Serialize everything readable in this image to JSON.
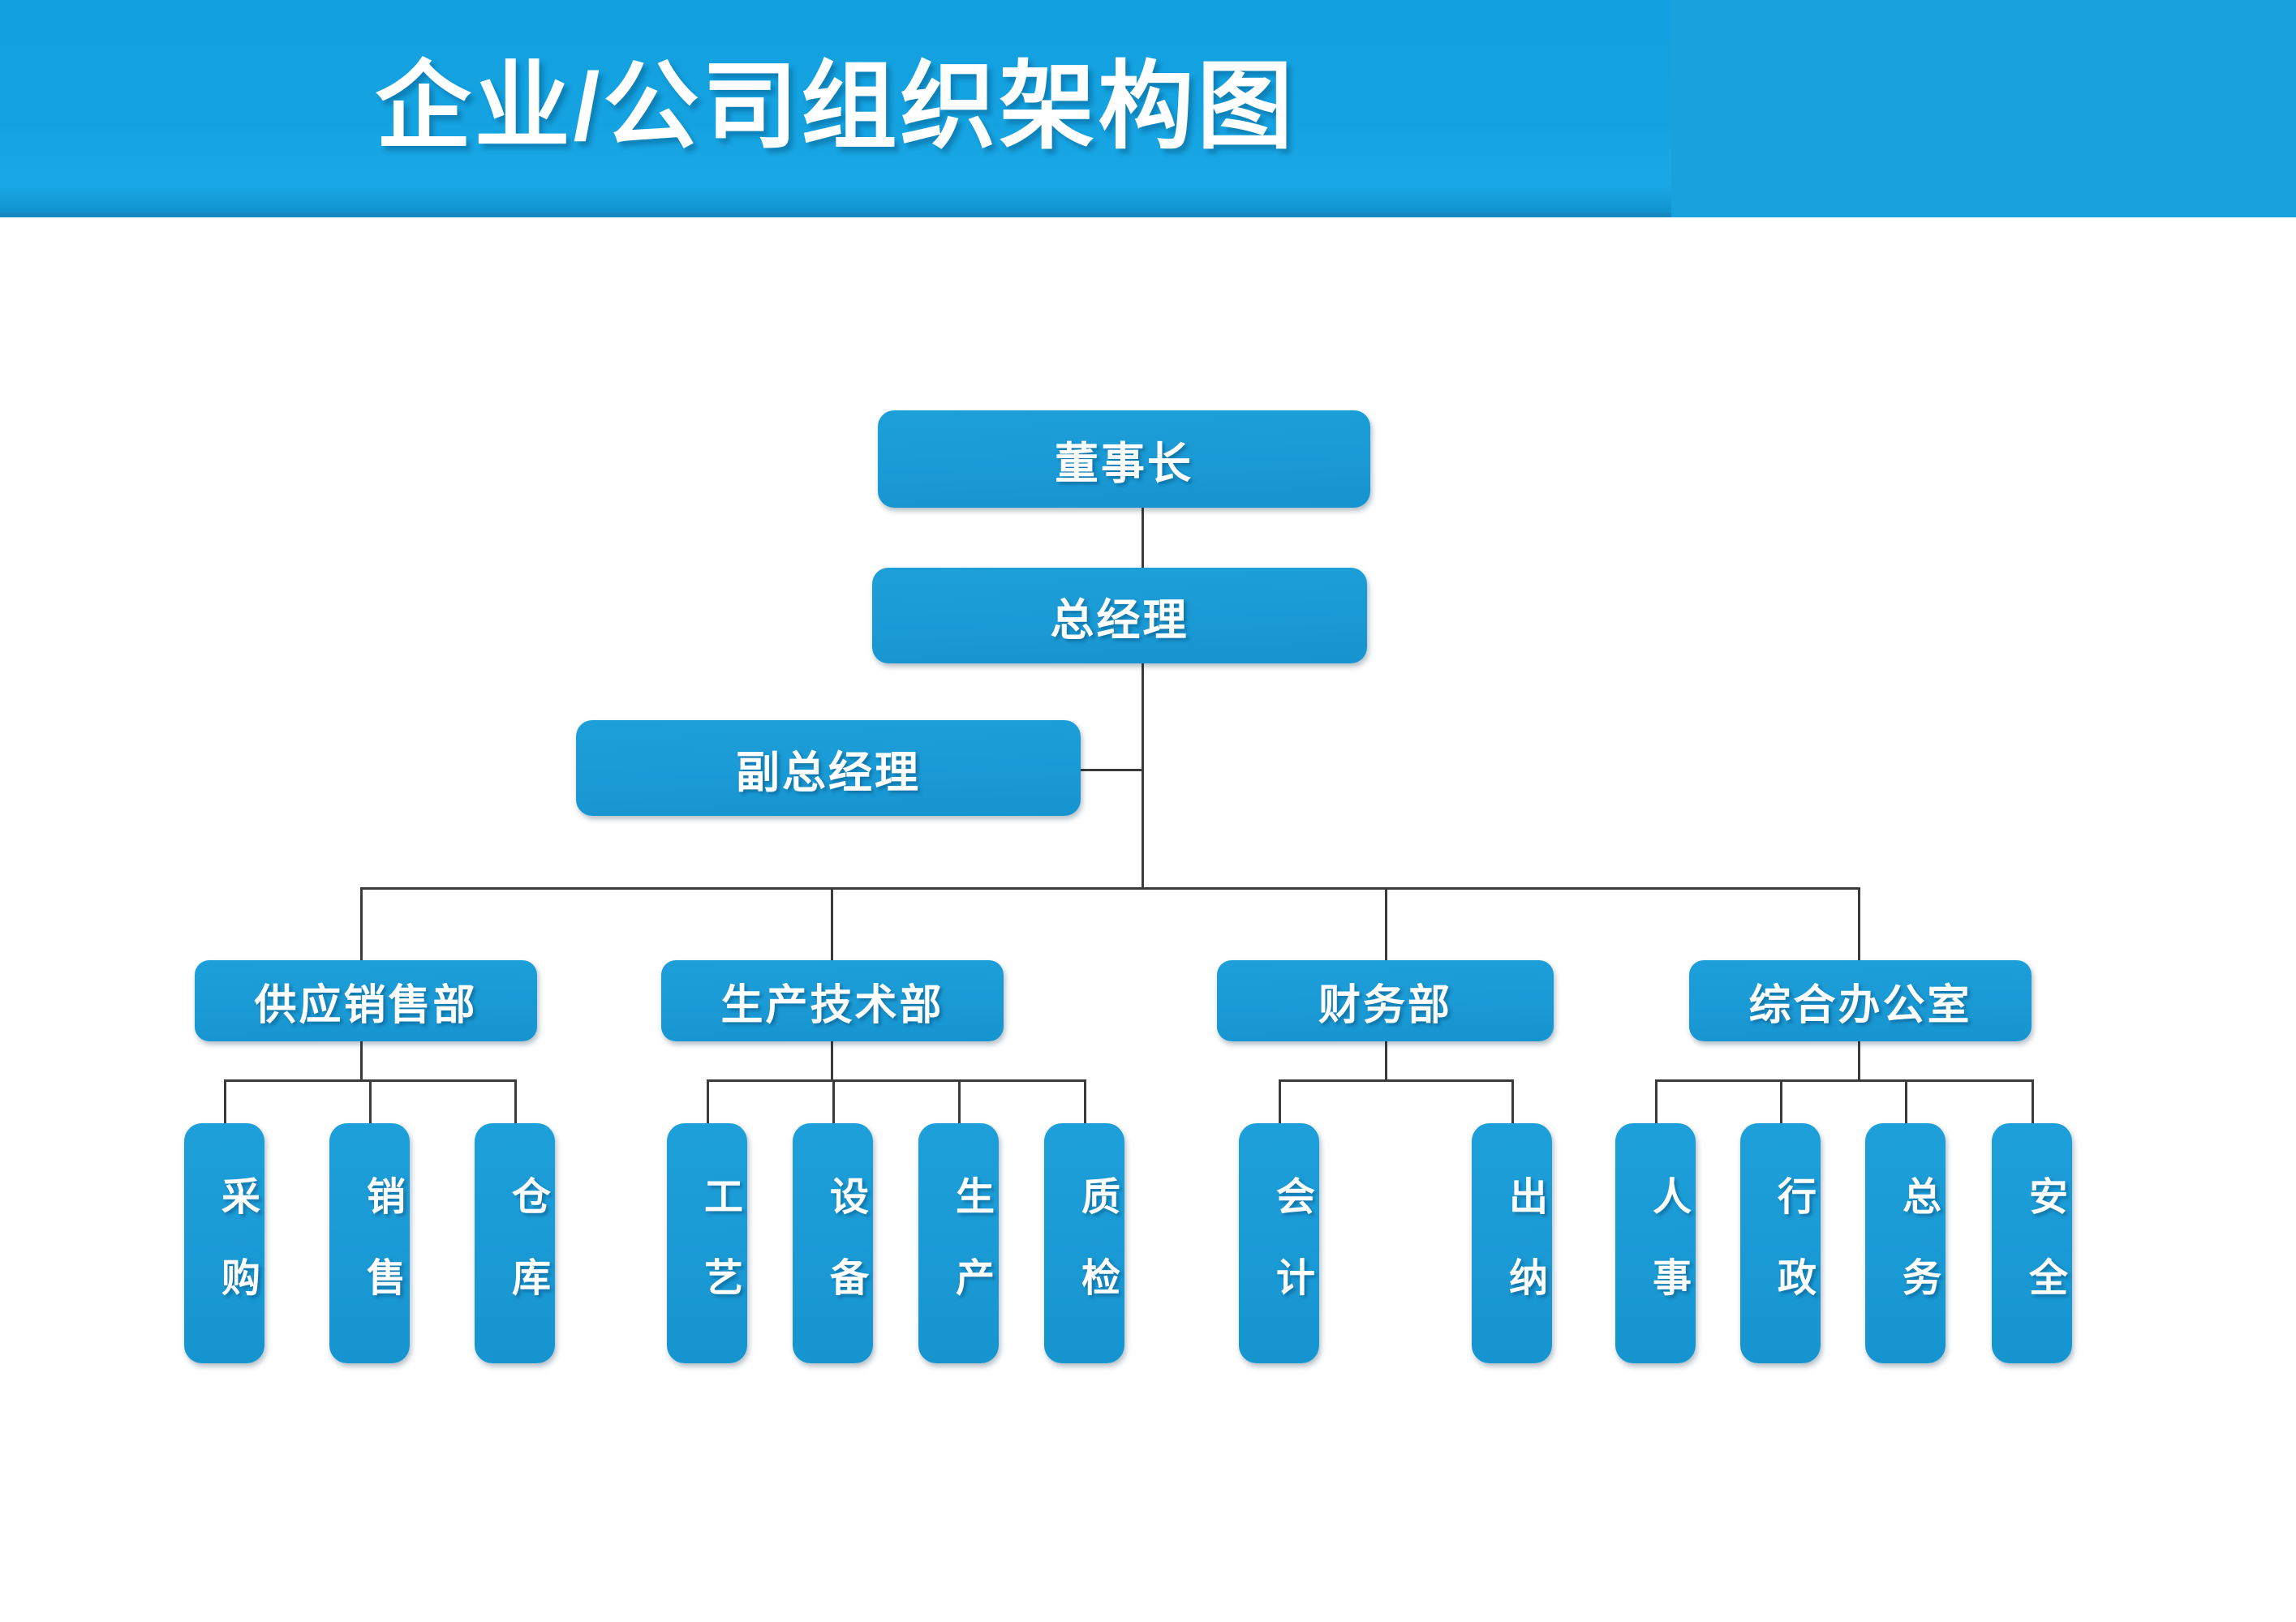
{
  "header": {
    "title": "企业/公司组织架构图",
    "background_color": "#17A1DD",
    "title_color": "#FFFFFF"
  },
  "theme": {
    "node_fill": "#1B9DD9",
    "node_text": "#FFFFFF",
    "connector_color": "#3B3B3B",
    "canvas_background": "#FFFFFF"
  },
  "chart_data": {
    "type": "org-chart",
    "title": "企业/公司组织架构图",
    "orientation": "top-down",
    "levels": 4,
    "nodes": [
      {
        "id": "chairman",
        "label": "董事长",
        "level": 1,
        "parent": null
      },
      {
        "id": "gm",
        "label": "总经理",
        "level": 2,
        "parent": "chairman"
      },
      {
        "id": "deputy_gm",
        "label": "副总经理",
        "level": 3,
        "parent": "gm"
      },
      {
        "id": "dept_sales",
        "label": "供应销售部",
        "level": 4,
        "parent": "gm"
      },
      {
        "id": "dept_tech",
        "label": "生产技术部",
        "level": 4,
        "parent": "gm"
      },
      {
        "id": "dept_fin",
        "label": "财务部",
        "level": 4,
        "parent": "gm"
      },
      {
        "id": "dept_admin",
        "label": "综合办公室",
        "level": 4,
        "parent": "gm"
      },
      {
        "id": "u_caigou",
        "label": "采购",
        "level": 5,
        "parent": "dept_sales"
      },
      {
        "id": "u_xiaoshou",
        "label": "销售",
        "level": 5,
        "parent": "dept_sales"
      },
      {
        "id": "u_cangku",
        "label": "仓库",
        "level": 5,
        "parent": "dept_sales"
      },
      {
        "id": "u_gongyi",
        "label": "工艺",
        "level": 5,
        "parent": "dept_tech"
      },
      {
        "id": "u_shebei",
        "label": "设备",
        "level": 5,
        "parent": "dept_tech"
      },
      {
        "id": "u_shengchan",
        "label": "生产",
        "level": 5,
        "parent": "dept_tech"
      },
      {
        "id": "u_zhijian",
        "label": "质检",
        "level": 5,
        "parent": "dept_tech"
      },
      {
        "id": "u_kuaiji",
        "label": "会计",
        "level": 5,
        "parent": "dept_fin"
      },
      {
        "id": "u_chuna",
        "label": "出纳",
        "level": 5,
        "parent": "dept_fin"
      },
      {
        "id": "u_renshi",
        "label": "人事",
        "level": 5,
        "parent": "dept_admin"
      },
      {
        "id": "u_xingzheng",
        "label": "行政",
        "level": 5,
        "parent": "dept_admin"
      },
      {
        "id": "u_zongwu",
        "label": "总务",
        "level": 5,
        "parent": "dept_admin"
      },
      {
        "id": "u_anquan",
        "label": "安全",
        "level": 5,
        "parent": "dept_admin"
      }
    ]
  },
  "executives": {
    "chairman": "董事长",
    "general_manager": "总经理",
    "deputy_general_manager": "副总经理"
  },
  "departments": [
    {
      "name": "供应销售部",
      "units": [
        "采购",
        "销售",
        "仓库"
      ]
    },
    {
      "name": "生产技术部",
      "units": [
        "工艺",
        "设备",
        "生产",
        "质检"
      ]
    },
    {
      "name": "财务部",
      "units": [
        "会计",
        "出纳"
      ]
    },
    {
      "name": "综合办公室",
      "units": [
        "人事",
        "行政",
        "总务",
        "安全"
      ]
    }
  ]
}
